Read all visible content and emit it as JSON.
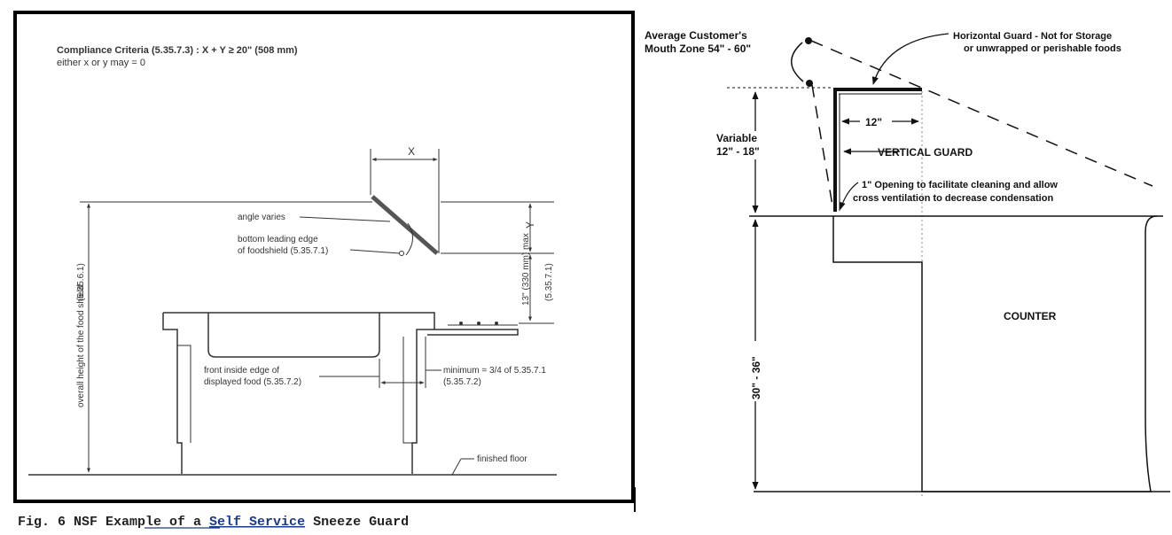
{
  "left_figure": {
    "criteria_line1": "Compliance Criteria (5.35.7.3) :  X + Y ≥ 20\" (508 mm)",
    "criteria_line2": "either x or y may = 0",
    "dim_x": "X",
    "dim_y": "Y",
    "angle_varies": "angle varies",
    "bottom_edge_line1": "bottom leading edge",
    "bottom_edge_line2": "of foodshield (5.35.7.1)",
    "overall_height": "overall height of the food shield",
    "overall_height_ref": "(5.35.6.1)",
    "max_13": "13\" (330 mm) max",
    "max_13_ref": "(5.35.7.1)",
    "front_edge_line1": "front inside edge of",
    "front_edge_line2": "displayed food (5.35.7.2)",
    "minimum_line1": "minimum = 3/4 of 5.35.7.1",
    "minimum_line2": "(5.35.7.2)",
    "finished_floor": "finished floor",
    "caption_pre": "Fig. 6 NSF Example of a ",
    "caption_link": "Self Service",
    "caption_post": " Sneeze Guard"
  },
  "right_figure": {
    "mouth_line1": "Average Customer's",
    "mouth_line2": "Mouth Zone 54\" - 60\"",
    "horiz_line1": "Horizontal Guard - Not for Storage",
    "horiz_line2": "or unwrapped or perishable foods",
    "variable_line1": "Variable",
    "variable_line2": "12\" - 18\"",
    "dim_12": "12\"",
    "vertical_guard": "VERTICAL GUARD",
    "opening_line1": "1\" Opening to facilitate cleaning and allow",
    "opening_line2": "cross ventilation to decrease condensation",
    "counter": "COUNTER",
    "height_30_36": "30\" - 36\""
  }
}
